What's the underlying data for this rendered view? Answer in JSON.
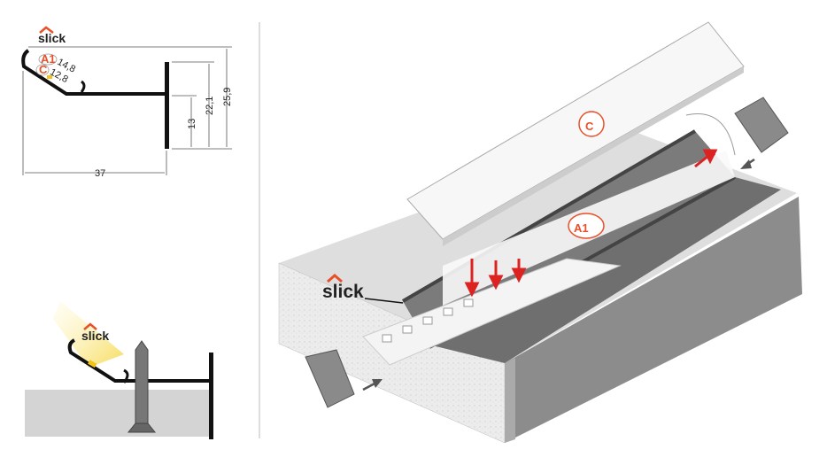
{
  "brand": {
    "logo_text": "slick",
    "accent": "#e8502a"
  },
  "cross_section": {
    "labels": {
      "a1": "A1",
      "c": "C"
    },
    "dimensions": {
      "a1_width": "14,8",
      "c_width": "12,8",
      "flange_lower": "13",
      "flange_upper": "22,1",
      "total_height": "25,9",
      "total_width": "37"
    }
  },
  "isometric": {
    "labels": {
      "cover": "C",
      "strip": "A1"
    },
    "logo_callout": "slick"
  }
}
